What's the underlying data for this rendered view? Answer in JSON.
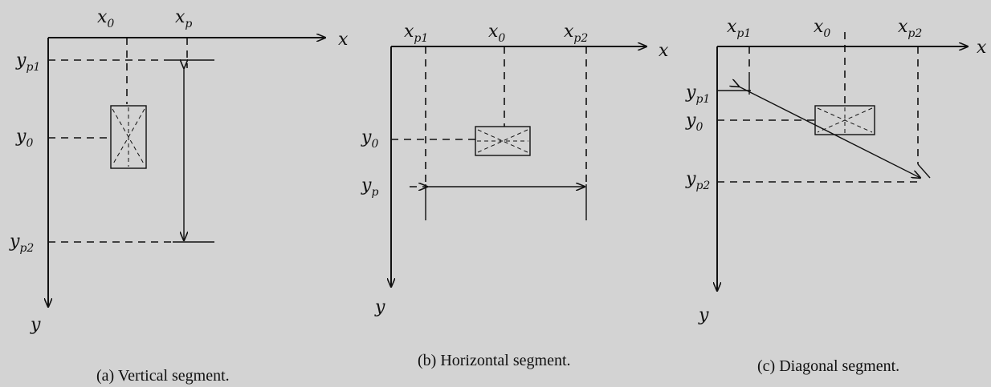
{
  "labels": {
    "x": "x",
    "y": "y",
    "x0": "x",
    "x0_sub": "0",
    "xp": "x",
    "xp_sub": "p",
    "xp1": "x",
    "xp1_sub": "p1",
    "xp2": "x",
    "xp2_sub": "p2",
    "y0": "y",
    "y0_sub": "0",
    "yp": "y",
    "yp_sub": "p",
    "yp1": "y",
    "yp1_sub": "p1",
    "yp2": "y",
    "yp2_sub": "p2"
  },
  "captions": {
    "a": "(a) Vertical segment.",
    "b": "(b) Horizontal segment.",
    "c": "(c) Diagonal segment."
  }
}
